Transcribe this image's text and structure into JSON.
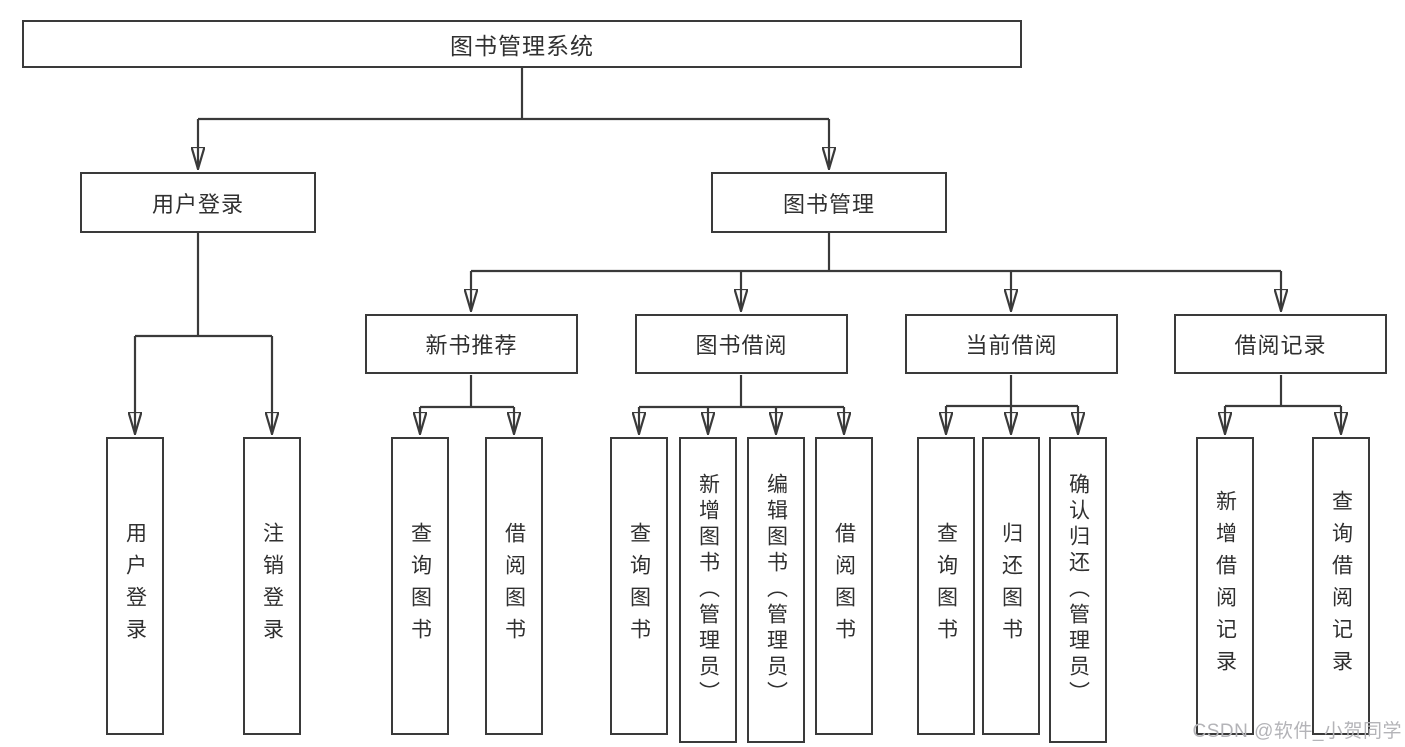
{
  "diagram": {
    "root": {
      "label": "图书管理系统"
    },
    "user_login": {
      "label": "用户登录",
      "children": [
        {
          "label": "用户登录"
        },
        {
          "label": "注销登录"
        }
      ]
    },
    "book_management": {
      "label": "图书管理",
      "modules": [
        {
          "label": "新书推荐",
          "children": [
            {
              "label": "查询图书"
            },
            {
              "label": "借阅图书"
            }
          ]
        },
        {
          "label": "图书借阅",
          "children": [
            {
              "label": "查询图书"
            },
            {
              "label": "新增图书（管理员）"
            },
            {
              "label": "编辑图书（管理员）"
            },
            {
              "label": "借阅图书"
            }
          ]
        },
        {
          "label": "当前借阅",
          "children": [
            {
              "label": "查询图书"
            },
            {
              "label": "归还图书"
            },
            {
              "label": "确认归还（管理员）"
            }
          ]
        },
        {
          "label": "借阅记录",
          "children": [
            {
              "label": "新增借阅记录"
            },
            {
              "label": "查询借阅记录"
            }
          ]
        }
      ]
    }
  },
  "watermark": {
    "text": "CSDN @软件_小贺同学"
  },
  "colors": {
    "line": "#3a3a3a",
    "box_fill": "#ffffff",
    "text": "#303030",
    "watermark": "#b4b4b8",
    "background": "#ffffff"
  }
}
